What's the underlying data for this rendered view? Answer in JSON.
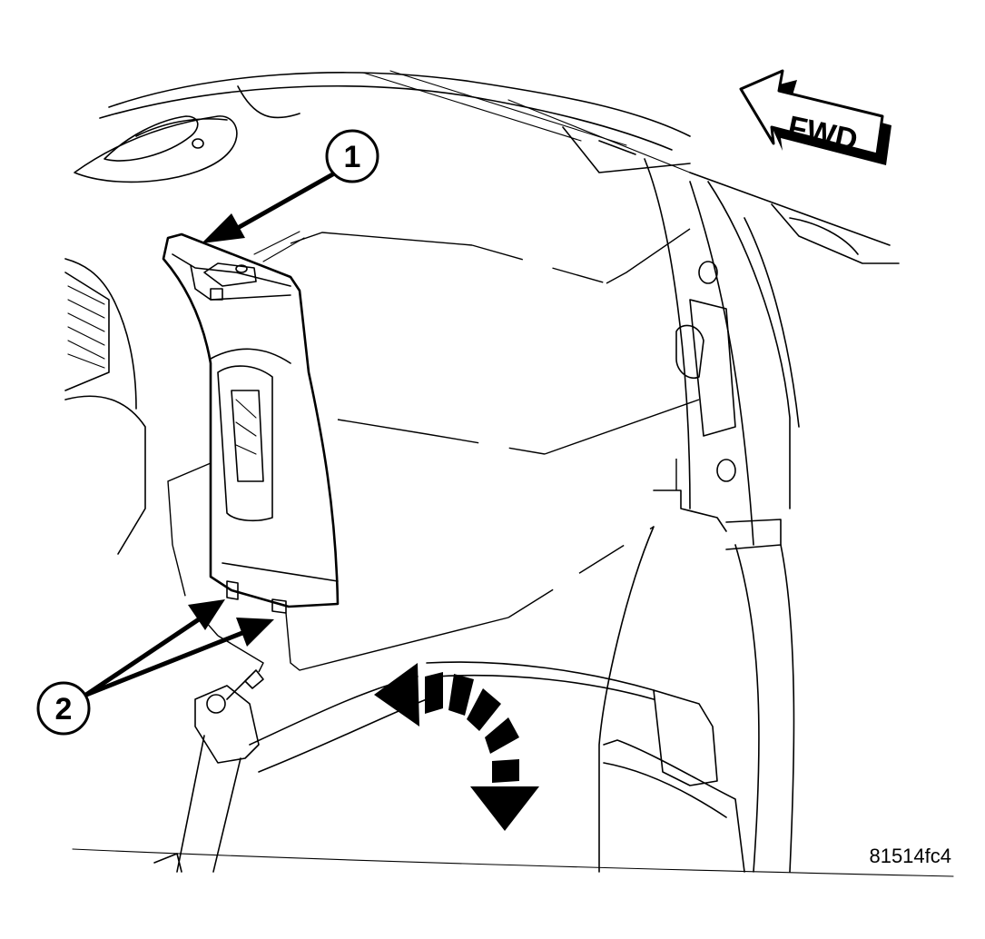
{
  "callouts": [
    {
      "number": "1"
    },
    {
      "number": "2"
    }
  ],
  "direction_label": "FWD",
  "figure_code": "81514fc4"
}
